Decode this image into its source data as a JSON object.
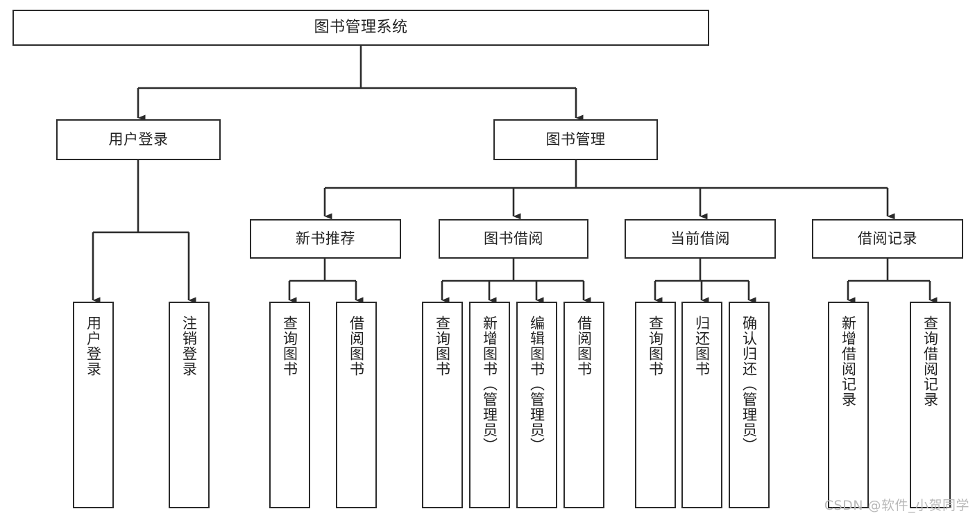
{
  "diagram": {
    "title": "图书管理系统",
    "type": "tree",
    "watermark": "CSDN @软件_小贺同学",
    "colors": {
      "box_border": "#2b2b2b",
      "box_fill": "#ffffff",
      "edge": "#2b2b2b",
      "text": "#222222",
      "watermark": "#b9b9b9",
      "background": "#ffffff"
    },
    "nodes": {
      "root": {
        "label": "图书管理系统",
        "level": 1,
        "orientation": "horizontal"
      },
      "l2": [
        {
          "id": "user-login",
          "label": "用户登录",
          "level": 2,
          "orientation": "horizontal"
        },
        {
          "id": "book-manage",
          "label": "图书管理",
          "level": 2,
          "orientation": "horizontal"
        }
      ],
      "l3": [
        {
          "id": "new-book-recommend",
          "label": "新书推荐",
          "level": 3,
          "orientation": "horizontal",
          "parent": "book-manage"
        },
        {
          "id": "book-borrow",
          "label": "图书借阅",
          "level": 3,
          "orientation": "horizontal",
          "parent": "book-manage"
        },
        {
          "id": "current-borrow",
          "label": "当前借阅",
          "level": 3,
          "orientation": "horizontal",
          "parent": "book-manage"
        },
        {
          "id": "borrow-record",
          "label": "借阅记录",
          "level": 3,
          "orientation": "horizontal",
          "parent": "book-manage"
        }
      ],
      "leaves": [
        {
          "id": "leaf-user-login",
          "label": "用户登录",
          "parent": "user-login",
          "orientation": "vertical"
        },
        {
          "id": "leaf-logout",
          "label": "注销登录",
          "parent": "user-login",
          "orientation": "vertical"
        },
        {
          "id": "leaf-query-book-1",
          "label": "查询图书",
          "parent": "new-book-recommend",
          "orientation": "vertical"
        },
        {
          "id": "leaf-borrow-book-1",
          "label": "借阅图书",
          "parent": "new-book-recommend",
          "orientation": "vertical"
        },
        {
          "id": "leaf-query-book-2",
          "label": "查询图书",
          "parent": "book-borrow",
          "orientation": "vertical"
        },
        {
          "id": "leaf-add-book",
          "label": "新增图书（管理员）",
          "parent": "book-borrow",
          "orientation": "vertical"
        },
        {
          "id": "leaf-edit-book",
          "label": "编辑图书（管理员）",
          "parent": "book-borrow",
          "orientation": "vertical"
        },
        {
          "id": "leaf-borrow-book-2",
          "label": "借阅图书",
          "parent": "book-borrow",
          "orientation": "vertical"
        },
        {
          "id": "leaf-query-book-3",
          "label": "查询图书",
          "parent": "current-borrow",
          "orientation": "vertical"
        },
        {
          "id": "leaf-return-book",
          "label": "归还图书",
          "parent": "current-borrow",
          "orientation": "vertical"
        },
        {
          "id": "leaf-confirm-return",
          "label": "确认归还（管理员）",
          "parent": "current-borrow",
          "orientation": "vertical"
        },
        {
          "id": "leaf-add-record",
          "label": "新增借阅记录",
          "parent": "borrow-record",
          "orientation": "vertical"
        },
        {
          "id": "leaf-query-record",
          "label": "查询借阅记录",
          "parent": "borrow-record",
          "orientation": "vertical"
        }
      ]
    }
  }
}
